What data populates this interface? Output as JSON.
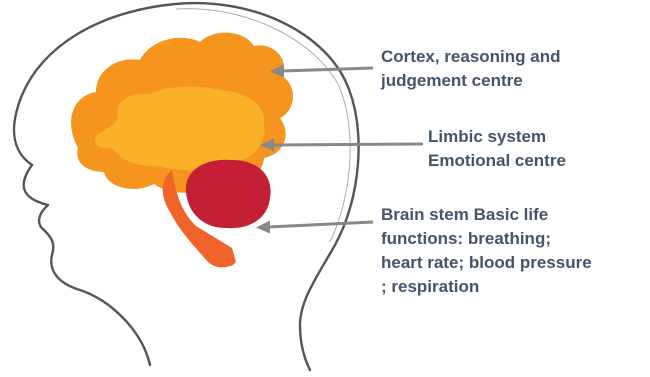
{
  "labels": {
    "cortex": [
      "Cortex, reasoning and",
      "judgement centre"
    ],
    "limbic": [
      "Limbic system",
      "Emotional centre"
    ],
    "brainstem": [
      "Brain stem Basic life",
      "functions: breathing;",
      "heart rate; blood pressure",
      "; respiration"
    ]
  },
  "colors": {
    "head_outline": "#555555",
    "cortex": "#f5941e",
    "limbic": "#fbb127",
    "cerebellum": "#c51f35",
    "brainstem": "#f0632a",
    "arrow": "#888888",
    "label_text": "#44546a"
  }
}
